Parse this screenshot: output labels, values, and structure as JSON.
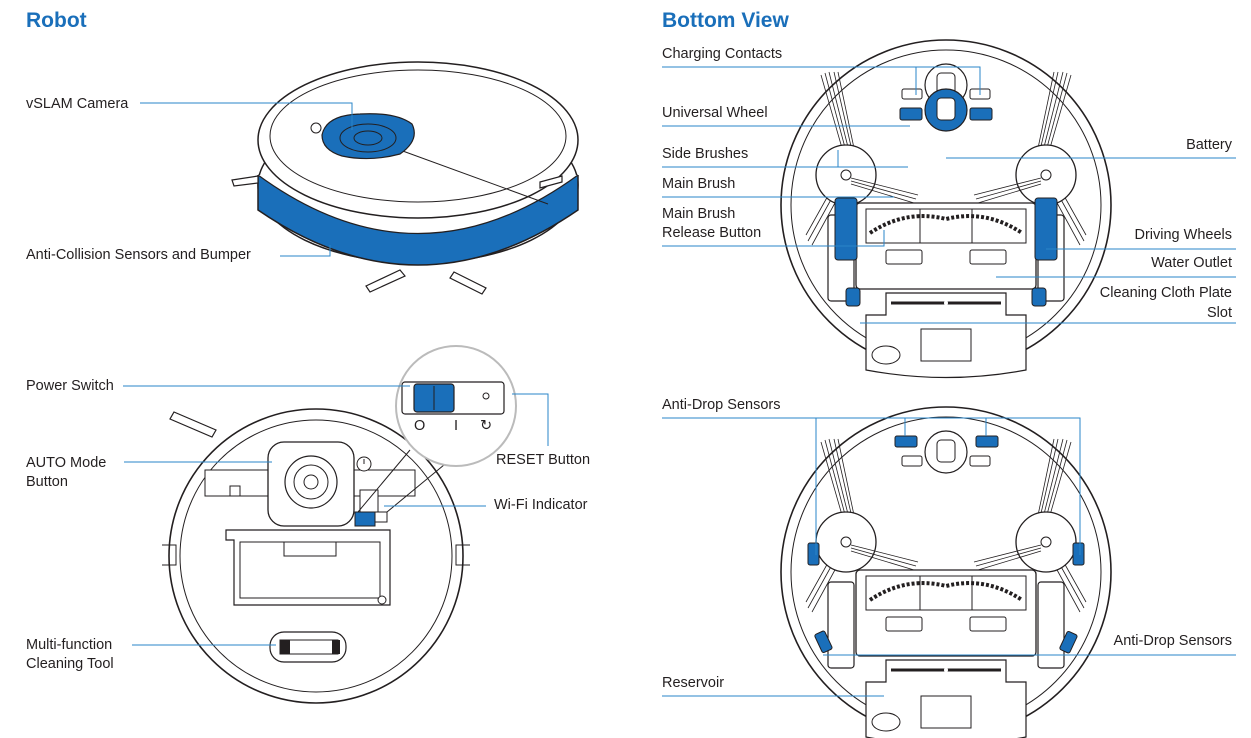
{
  "robot": {
    "title": "Robot",
    "labels": {
      "vslam_camera": "vSLAM Camera",
      "bumper": "Anti-Collision Sensors and Bumper",
      "power_switch": "Power Switch",
      "auto_mode_line1": "AUTO Mode",
      "auto_mode_line2": "Button",
      "reset_button": "RESET Button",
      "wifi_indicator": "Wi-Fi Indicator",
      "cleaning_tool_line1": "Multi-function",
      "cleaning_tool_line2": "Cleaning Tool"
    },
    "switch_marks": [
      "O",
      "I",
      "↻"
    ]
  },
  "bottom_view": {
    "title": "Bottom View",
    "labels": {
      "charging_contacts": "Charging Contacts",
      "universal_wheel": "Universal Wheel",
      "side_brushes": "Side Brushes",
      "main_brush": "Main Brush",
      "main_brush_release_line1": "Main Brush",
      "main_brush_release_line2": "Release Button",
      "battery": "Battery",
      "driving_wheels": "Driving Wheels",
      "water_outlet": "Water Outlet",
      "cleaning_cloth_line1": "Cleaning Cloth Plate",
      "cleaning_cloth_line2": "Slot",
      "anti_drop_top": "Anti-Drop Sensors",
      "anti_drop_right": "Anti-Drop Sensors",
      "reservoir": "Reservoir"
    }
  },
  "colors": {
    "accent_blue": "#1a6fba",
    "callout_line": "#2a86c8",
    "outline": "#231f20"
  }
}
